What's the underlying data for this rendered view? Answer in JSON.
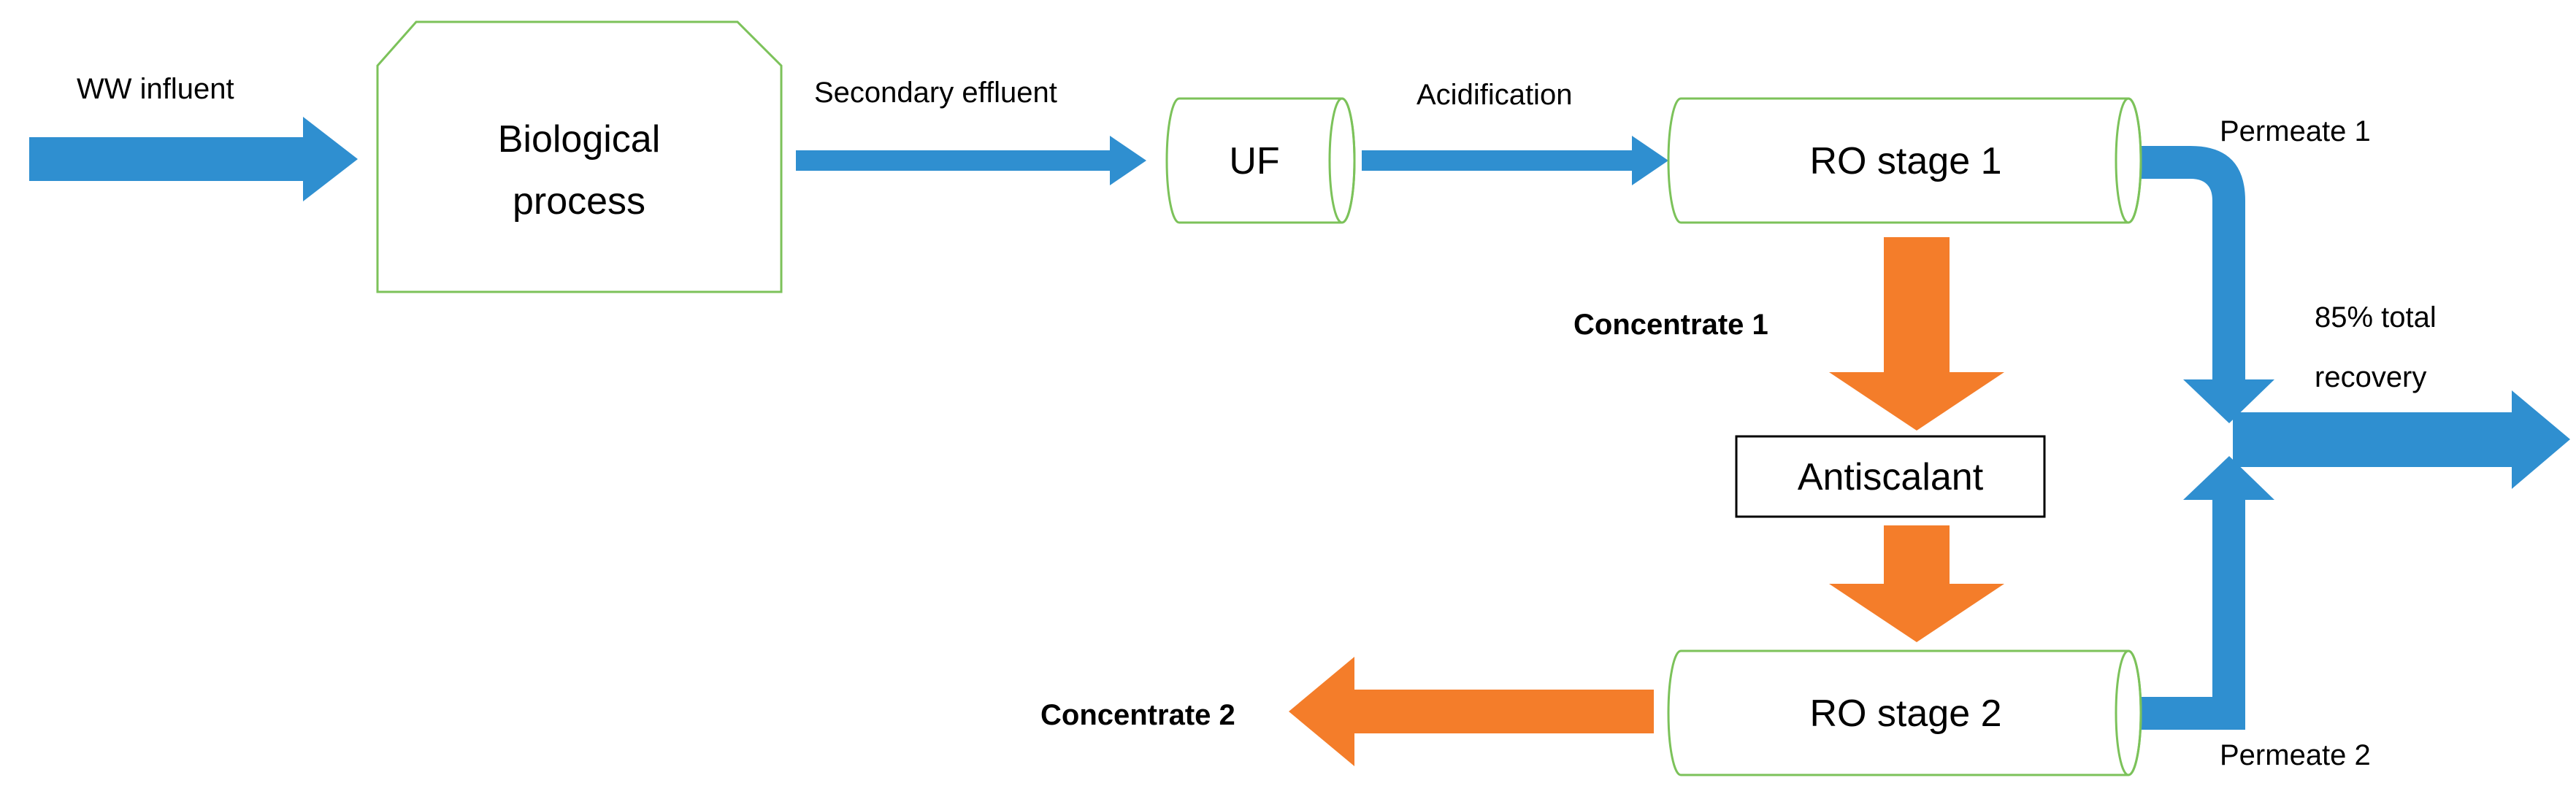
{
  "colors": {
    "flow_blue": "#2F8FD0",
    "concentrate_orange": "#F47D2A",
    "vessel_green": "#7CC25A",
    "box_border": "#000000"
  },
  "nodes": {
    "biological": {
      "line1": "Biological",
      "line2": "process"
    },
    "uf": {
      "label": "UF"
    },
    "ro1": {
      "label": "RO stage 1"
    },
    "ro2": {
      "label": "RO stage 2"
    },
    "antiscalant": {
      "label": "Antiscalant"
    }
  },
  "flows": {
    "ww_influent": "WW influent",
    "secondary_effluent": "Secondary effluent",
    "acidification": "Acidification",
    "permeate1": "Permeate 1",
    "permeate2": "Permeate 2",
    "concentrate1": "Concentrate 1",
    "concentrate2": "Concentrate 2",
    "recovery_line1": "85% total",
    "recovery_line2": "recovery"
  }
}
